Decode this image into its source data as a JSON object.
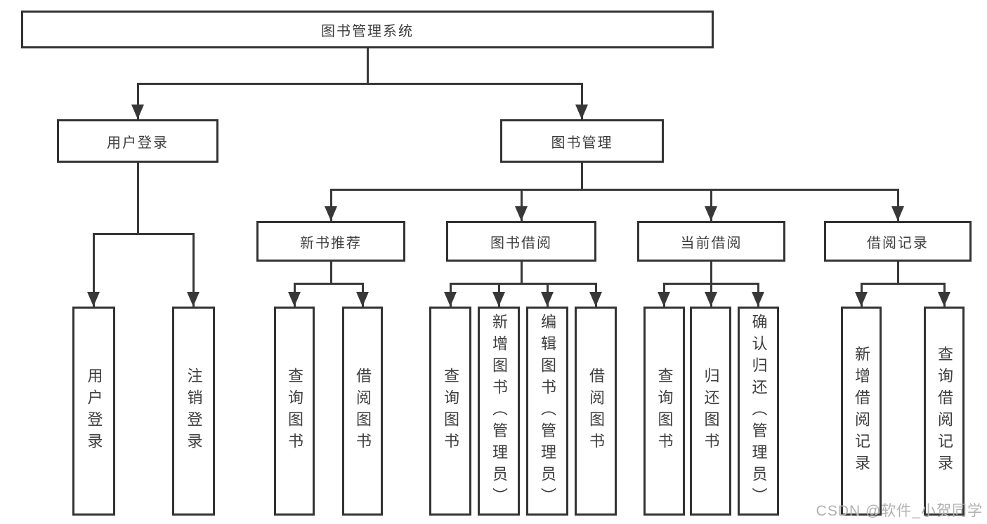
{
  "tree": {
    "label": "图书管理系统",
    "children": [
      {
        "label": "用户登录",
        "children": [
          {
            "label": "用户登录"
          },
          {
            "label": "注销登录"
          }
        ]
      },
      {
        "label": "图书管理",
        "children": [
          {
            "label": "新书推荐",
            "children": [
              {
                "label": "查询图书"
              },
              {
                "label": "借阅图书"
              }
            ]
          },
          {
            "label": "图书借阅",
            "children": [
              {
                "label": "查询图书"
              },
              {
                "label": "新增图书（管理员）"
              },
              {
                "label": "编辑图书（管理员）"
              },
              {
                "label": "借阅图书"
              }
            ]
          },
          {
            "label": "当前借阅",
            "children": [
              {
                "label": "查询图书"
              },
              {
                "label": "归还图书"
              },
              {
                "label": "确认归还（管理员）"
              }
            ]
          },
          {
            "label": "借阅记录",
            "children": [
              {
                "label": "新增借阅记录"
              },
              {
                "label": "查询借阅记录"
              }
            ]
          }
        ]
      }
    ]
  },
  "watermark": {
    "text": "CSDN @软件_小贺同学"
  },
  "colors": {
    "line": "#383838",
    "border": "#333333",
    "text": "#3d3d3d",
    "watermark": "#b1b1b1",
    "background": "#ffffff"
  }
}
